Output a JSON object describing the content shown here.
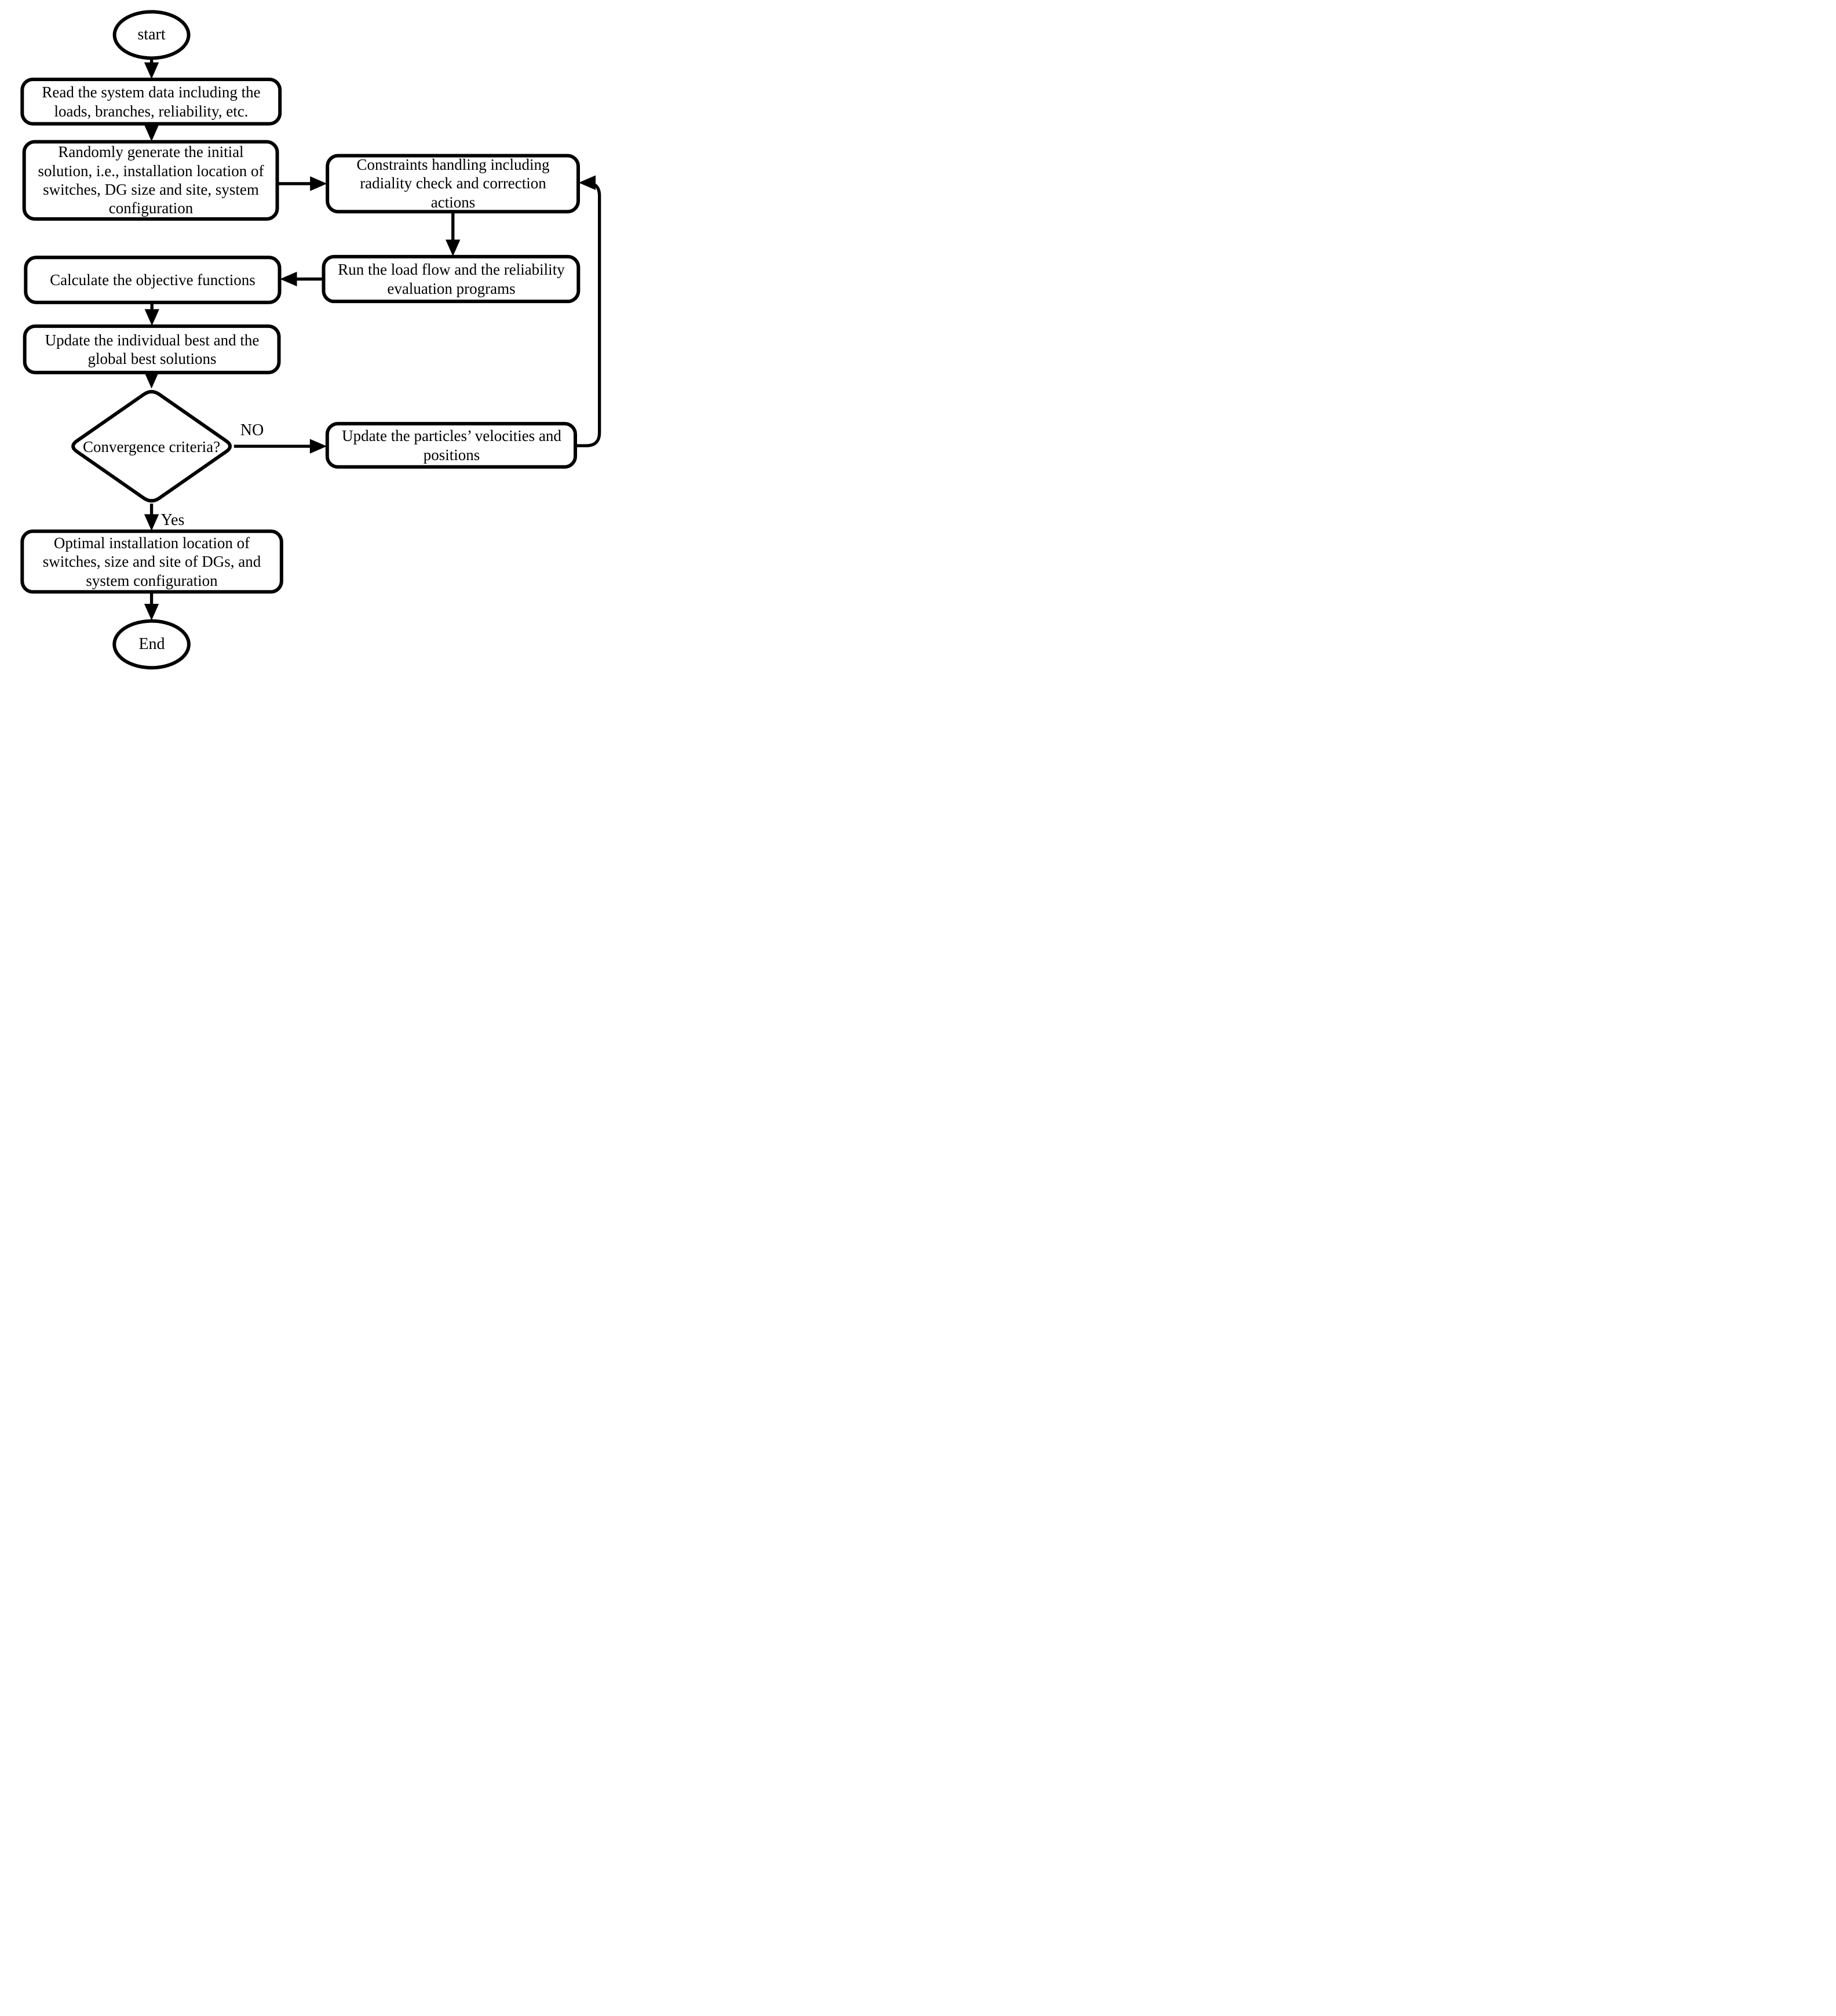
{
  "flowchart": {
    "colors": {
      "stroke": "#000000",
      "background": "#ffffff",
      "text": "#000000"
    },
    "nodes": {
      "start": "start",
      "read_data": "Read the system data including the\nloads, branches, reliability, etc.",
      "generate_initial": "Randomly generate the initial\nsolution, i.e., installation location of\nswitches, DG size and site, system\nconfiguration",
      "constraints_handling": "Constraints handling including\nradiality check and correction\nactions",
      "load_flow": "Run the load flow and the reliability\nevaluation programs",
      "objective_functions": "Calculate the objective functions",
      "update_best": "Update the individual best and the\nglobal best solutions",
      "convergence": "Convergence criteria?",
      "update_particles": "Update the particles’ velocities and\npositions",
      "optimal_result": "Optimal installation location of\nswitches, size and site of DGs, and\nsystem configuration",
      "end": "End"
    },
    "branch_labels": {
      "no": "NO",
      "yes": "Yes"
    }
  }
}
